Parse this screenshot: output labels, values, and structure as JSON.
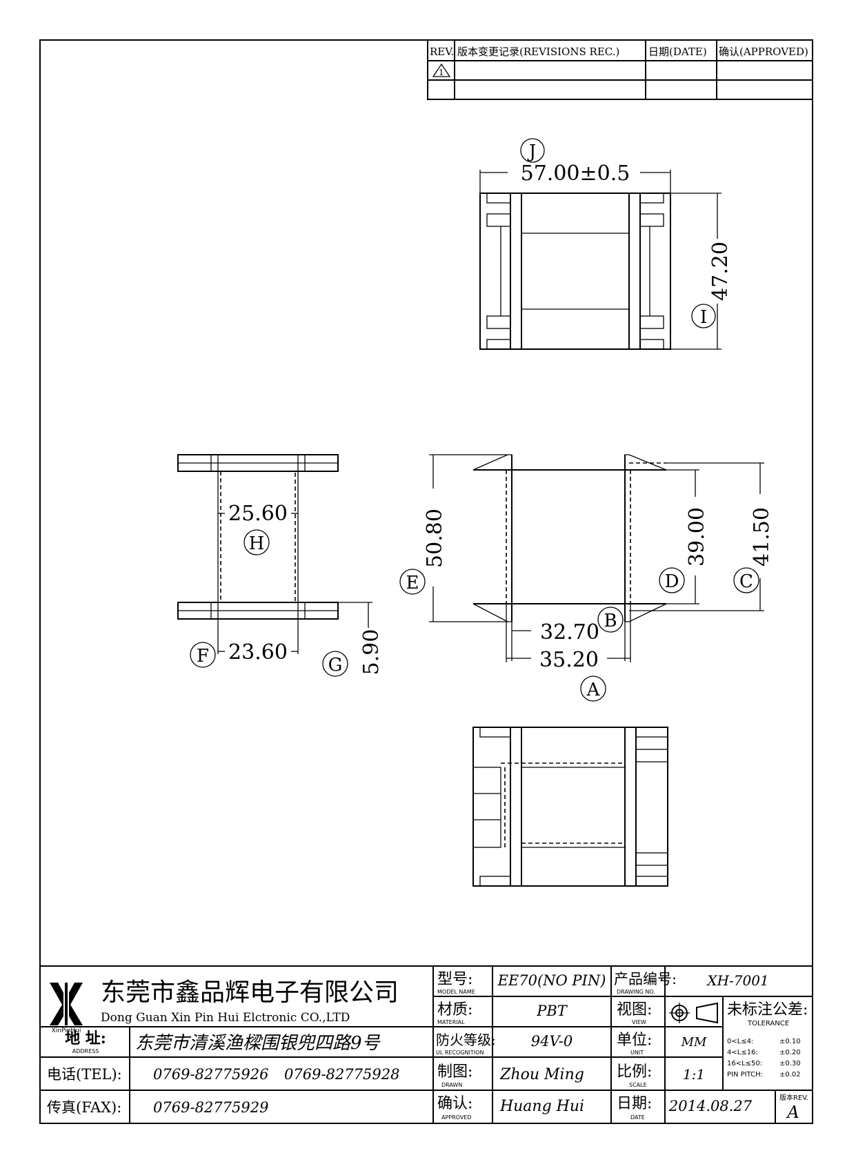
{
  "revision_table": {
    "headers": [
      "REV.",
      "版本变更记录(REVISIONS REC.)",
      "日期(DATE)",
      "确认(APPROVED)"
    ],
    "first_rev_mark": "1"
  },
  "views": {
    "top": {
      "width_dim": "57.00±0.5",
      "width_label": "J",
      "height_dim": "47.20",
      "height_label": "I"
    },
    "left": {
      "inner_dim": "25.60",
      "inner_label": "H",
      "bottom_dim": "23.60",
      "bottom_label": "F",
      "flange_dim": "5.90",
      "flange_label": "G"
    },
    "front": {
      "height_dim": "50.80",
      "height_label": "E",
      "window_dim": "39.00",
      "window_label": "D",
      "flange_dim": "41.50",
      "flange_label": "C",
      "inner_dim": "32.70",
      "inner_label": "B",
      "outer_dim": "35.20",
      "outer_label": "A"
    }
  },
  "title_block": {
    "company_cn": "东莞市鑫品辉电子有限公司",
    "company_en": "Dong Guan Xin Pin Hui Elctronic CO.,LTD",
    "logo_text": "XinPinHui",
    "address_label": "地  址:",
    "address_label_en": "ADDRESS",
    "address": "东莞市清溪渔樑围银兜四路9号",
    "tel_label": "电话(TEL):",
    "tel1": "0769-82775926",
    "tel2": "0769-82775928",
    "fax_label": "传真(FAX):",
    "fax": "0769-82775929",
    "model_label": "型号:",
    "model_label_en": "MODEL NAME",
    "model": "EE70(NO PIN)",
    "material_label": "材质:",
    "material_label_en": "MATERIAL",
    "material": "PBT",
    "ul_label": "防火等级:",
    "ul_label_en": "UL RECOGNITION",
    "ul": "94V-0",
    "drawn_label": "制图:",
    "drawn_label_en": "DRAWN",
    "drawn": "Zhou Ming",
    "approved_label": "确认:",
    "approved_label_en": "APPROVED",
    "approved": "Huang Hui",
    "drawing_no_label": "产品编号:",
    "drawing_no_label_en": "DRAWING NO.",
    "drawing_no": "XH-7001",
    "view_label": "视图:",
    "view_label_en": "VIEW",
    "unit_label": "单位:",
    "unit_label_en": "UNIT",
    "unit": "MM",
    "scale_label": "比例:",
    "scale_label_en": "SCALE",
    "scale": "1:1",
    "date_label": "日期:",
    "date_label_en": "DATE",
    "date": "2014.08.27",
    "tolerance_label": "未标注公差:",
    "tolerance_label_en": "TOLERANCE",
    "tolerances": [
      {
        "range": "0<L≤4:",
        "value": "±0.10"
      },
      {
        "range": "4<L≤16:",
        "value": "±0.20"
      },
      {
        "range": "16<L≤50:",
        "value": "±0.30"
      },
      {
        "range": "PIN PITCH:",
        "value": "±0.02"
      }
    ],
    "rev_label": "版本REV.",
    "rev": "A"
  }
}
